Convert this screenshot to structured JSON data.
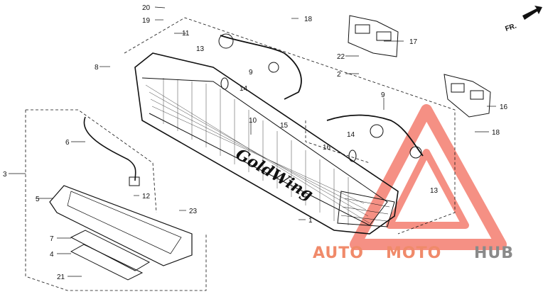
{
  "diagram": {
    "direction_label": "FR.",
    "callouts": {
      "n20": "20",
      "n19": "19",
      "n11": "11",
      "n13a": "13",
      "n18a": "18",
      "n17": "17",
      "n8": "8",
      "n22": "22",
      "n2": "2",
      "n9a": "9",
      "n14a": "14",
      "n10": "10",
      "n9b": "9",
      "n16a": "16",
      "n15": "15",
      "n16b": "16",
      "n18b": "18",
      "n14b": "14",
      "n6": "6",
      "n3": "3",
      "n12": "12",
      "n5": "5",
      "n13b": "13",
      "n23": "23",
      "n1": "1",
      "n7": "7",
      "n4": "4",
      "n21": "21"
    },
    "emblem_text": "GoldWing"
  },
  "watermark": {
    "part1": "AUTO",
    "part2": "MOTO",
    "part3": "HUB",
    "color_accent": "#f08a6a",
    "color_dark": "#8a8a8a"
  },
  "colors": {
    "line": "#111111",
    "watermark_triangle": "#f26b5b"
  }
}
